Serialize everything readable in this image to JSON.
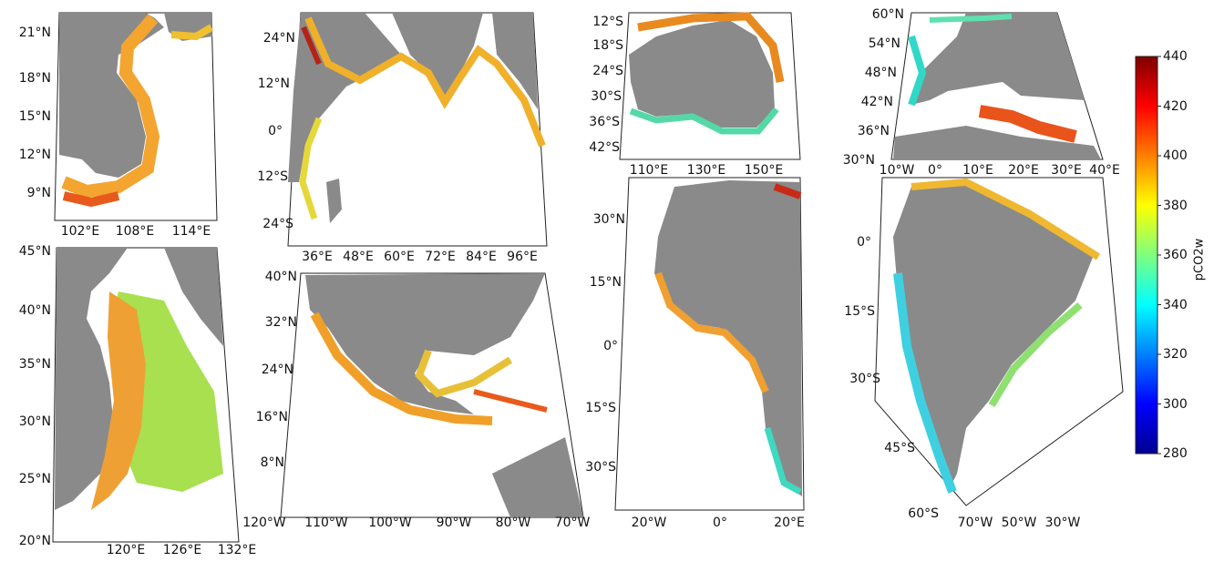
{
  "colors": {
    "land": "#8a8a8a",
    "ocean": "#ffffff",
    "grid": "#cfcfcf",
    "frame": "#222222"
  },
  "colorbar": {
    "label": "pCO2w",
    "ticks": [
      "440",
      "420",
      "400",
      "380",
      "360",
      "340",
      "320",
      "300",
      "280"
    ],
    "min": 280,
    "max": 440
  },
  "panels": [
    {
      "name": "south-china-sea",
      "lat_labels": [
        "21°N",
        "18°N",
        "15°N",
        "12°N",
        "9°N"
      ],
      "lon_labels": [
        "102°E",
        "108°E",
        "114°E"
      ]
    },
    {
      "name": "indian-ocean",
      "lat_labels": [
        "24°N",
        "12°N",
        "0°",
        "12°S",
        "24°S"
      ],
      "lon_labels": [
        "36°E",
        "48°E",
        "60°E",
        "72°E",
        "84°E",
        "96°E"
      ]
    },
    {
      "name": "australia",
      "lat_labels": [
        "12°S",
        "18°S",
        "24°S",
        "30°S",
        "36°S",
        "42°S"
      ],
      "lon_labels": [
        "110°E",
        "130°E",
        "150°E"
      ]
    },
    {
      "name": "europe-mediterranean",
      "lat_labels": [
        "60°N",
        "54°N",
        "48°N",
        "42°N",
        "36°N",
        "30°N"
      ],
      "lon_labels": [
        "10°W",
        "0°",
        "10°E",
        "20°E",
        "30°E",
        "40°E"
      ]
    },
    {
      "name": "east-china-sea",
      "lat_labels": [
        "45°N",
        "40°N",
        "35°N",
        "30°N",
        "25°N",
        "20°N"
      ],
      "lon_labels": [
        "120°E",
        "126°E",
        "132°E"
      ]
    },
    {
      "name": "gulf-of-mexico",
      "lat_labels": [
        "40°N",
        "32°N",
        "24°N",
        "16°N",
        "8°N"
      ],
      "lon_labels": [
        "120°W",
        "110°W",
        "100°W",
        "90°W",
        "80°W",
        "70°W"
      ]
    },
    {
      "name": "africa",
      "lat_labels": [
        "30°N",
        "15°N",
        "0°",
        "15°S",
        "30°S"
      ],
      "lon_labels": [
        "20°W",
        "0°",
        "20°E"
      ]
    },
    {
      "name": "south-america",
      "lat_labels": [
        "0°",
        "15°S",
        "30°S",
        "45°S",
        "60°S"
      ],
      "lon_labels": [
        "70°W",
        "50°W",
        "30°W"
      ]
    }
  ]
}
